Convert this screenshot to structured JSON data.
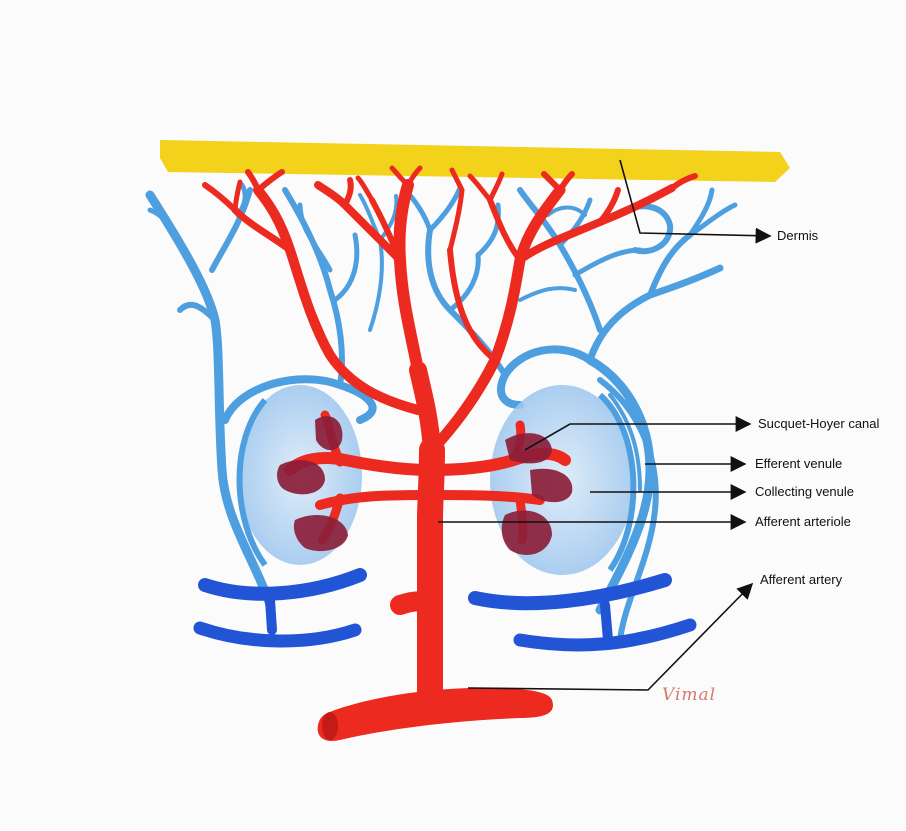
{
  "labels": {
    "dermis": "Dermis",
    "sucquet_hoyer_canal": "Sucquet-Hoyer canal",
    "efferent_venule": "Efferent venule",
    "collecting_venule": "Collecting venule",
    "afferent_arteriole": "Afferent arteriole",
    "afferent_artery": "Afferent artery"
  },
  "signature": "Vimal",
  "colors": {
    "dermis": "#f2d21a",
    "artery": "#ec2a1f",
    "vein_light": "#4e9fe0",
    "vein_dark": "#2254d6",
    "glomus": "#8b1f3a",
    "leader": "#111111"
  }
}
